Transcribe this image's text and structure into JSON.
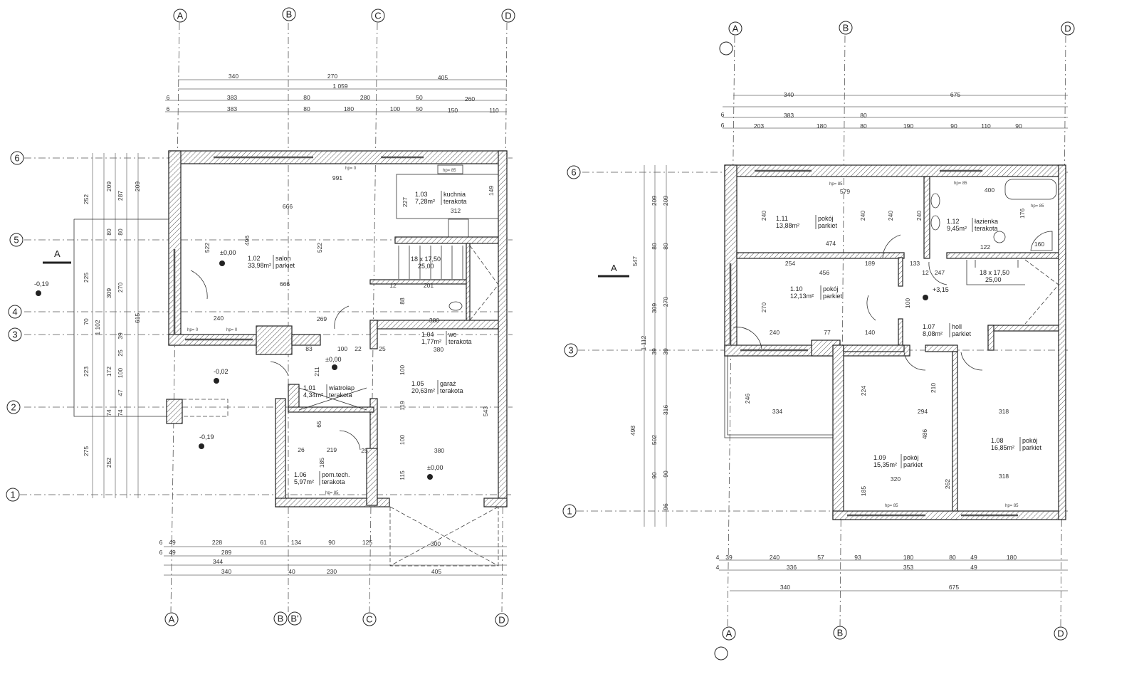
{
  "ground_floor": {
    "axes_top": [
      "A",
      "B",
      "C",
      "D"
    ],
    "axes_bottom": [
      "A",
      "B",
      "B'",
      "C",
      "D"
    ],
    "rows": [
      "6",
      "5",
      "4",
      "3",
      "2",
      "1"
    ],
    "section_label": "A",
    "dims_top": {
      "row1": [
        "340",
        "270",
        "405"
      ],
      "row2": [
        "1 059"
      ],
      "row3": [
        "6",
        "383",
        "80",
        "280",
        "50",
        "260"
      ],
      "row4": [
        "6",
        "383",
        "80",
        "180",
        "100",
        "50",
        "150",
        "110"
      ]
    },
    "dims_bottom": {
      "row1": [
        "6",
        "49",
        "228",
        "61",
        "134",
        "90",
        "125",
        "300"
      ],
      "row2": [
        "6",
        "49",
        "289"
      ],
      "row3": [
        "344"
      ],
      "row4": [
        "340",
        "40",
        "230",
        "405"
      ]
    },
    "dims_left": [
      "252",
      "209",
      "287",
      "209",
      "80",
      "80",
      "225",
      "309",
      "270",
      "615",
      "1 102",
      "70",
      "39",
      "223",
      "172",
      "100",
      "25",
      "47",
      "74",
      "74",
      "275",
      "252"
    ],
    "interior_dims": [
      "991",
      "666",
      "496",
      "522",
      "522",
      "666",
      "240",
      "269",
      "312",
      "227",
      "149",
      "201",
      "380",
      "380",
      "380",
      "100",
      "22",
      "83",
      "211",
      "219",
      "26",
      "65",
      "185",
      "543",
      "119",
      "115",
      "100",
      "100",
      "12",
      "88",
      "25",
      "25"
    ],
    "levels": [
      "±0,00",
      "-0,19",
      "-0,02",
      "-0,19",
      "±0,00",
      "±0,00"
    ],
    "stairs": {
      "steps": "18 x 17,50",
      "width": "25,00"
    },
    "rooms": [
      {
        "num": "1.01",
        "area": "4,34m²",
        "name": "wiatrołap",
        "finish": "terakota"
      },
      {
        "num": "1.02",
        "area": "33,98m²",
        "name": "salon",
        "finish": "parkiet"
      },
      {
        "num": "1.03",
        "area": "7,28m²",
        "name": "kuchnia",
        "finish": "terakota"
      },
      {
        "num": "1.04",
        "area": "1,77m²",
        "name": "wc",
        "finish": "terakota"
      },
      {
        "num": "1.05",
        "area": "20,63m²",
        "name": "garaż",
        "finish": "terakota"
      },
      {
        "num": "1.06",
        "area": "5,97m²",
        "name": "pom.tech.",
        "finish": "terakota"
      }
    ],
    "sill_notes": [
      "hp= 0",
      "hp= 85",
      "hp= 0",
      "hp= 0",
      "hp= 85"
    ]
  },
  "upper_floor": {
    "axes_top": [
      "A",
      "B",
      "D"
    ],
    "axes_bottom": [
      "A",
      "B",
      "D"
    ],
    "rows": [
      "6",
      "3",
      "1"
    ],
    "section_label": "A",
    "dims_top": {
      "row1": [
        "340",
        "675"
      ],
      "row2": [
        "6",
        "383",
        "80"
      ],
      "row3": [
        "6",
        "203",
        "180",
        "80",
        "190",
        "90",
        "110",
        "90"
      ]
    },
    "dims_bottom": {
      "row1": [
        "4",
        "39",
        "240",
        "57",
        "93",
        "180",
        "80",
        "49",
        "180"
      ],
      "row2": [
        "4",
        "336",
        "353",
        "49"
      ],
      "row3": [
        "340",
        "675"
      ]
    },
    "dims_left": [
      "547",
      "209",
      "209",
      "80",
      "80",
      "309",
      "270",
      "1 112",
      "39",
      "39",
      "498",
      "502",
      "316",
      "90",
      "90",
      "96"
    ],
    "interior_dims": [
      "579",
      "400",
      "240",
      "240",
      "240",
      "240",
      "474",
      "254",
      "456",
      "189",
      "133",
      "247",
      "270",
      "240",
      "77",
      "140",
      "334",
      "246",
      "294",
      "320",
      "318",
      "318",
      "224",
      "185",
      "486",
      "262",
      "210",
      "176",
      "122",
      "160",
      "100",
      "12"
    ],
    "levels": [
      "+3,15"
    ],
    "stairs": {
      "steps": "18 x 17,50",
      "width": "25,00"
    },
    "rooms": [
      {
        "num": "1.07",
        "area": "8,08m²",
        "name": "holl",
        "finish": "parkiet"
      },
      {
        "num": "1.08",
        "area": "16,85m²",
        "name": "pokój",
        "finish": "parkiet"
      },
      {
        "num": "1.09",
        "area": "15,35m²",
        "name": "pokój",
        "finish": "parkiet"
      },
      {
        "num": "1.10",
        "area": "12,13m²",
        "name": "pokój",
        "finish": "parkiet"
      },
      {
        "num": "1.11",
        "area": "13,88m²",
        "name": "pokój",
        "finish": "parkiet"
      },
      {
        "num": "1.12",
        "area": "9,45m²",
        "name": "łazienka",
        "finish": "terakota"
      }
    ],
    "sill_notes": [
      "hp= 85",
      "hp= 85",
      "hp= 85",
      "hp= 85",
      "hp= 85"
    ]
  }
}
